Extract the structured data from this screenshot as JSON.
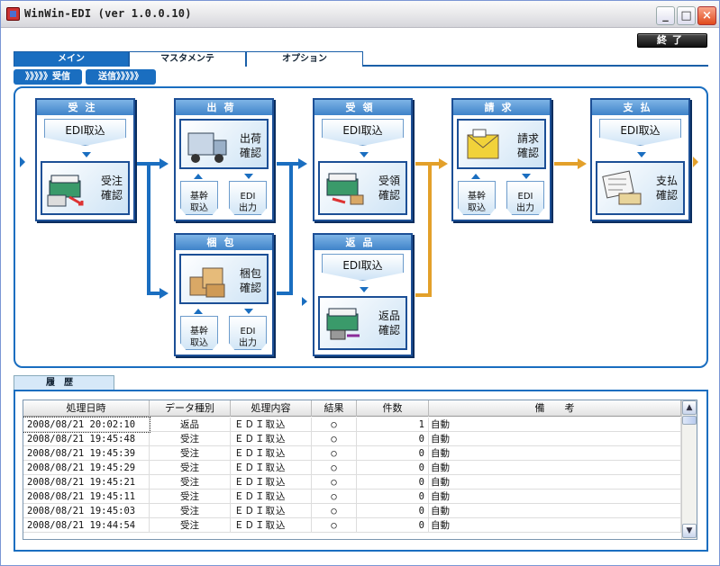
{
  "window": {
    "title": "WinWin-EDI (ver 1.0.0.10)",
    "min_label": "_",
    "max_label": "□",
    "close_label": "×"
  },
  "toolbar": {
    "end_label": "終了"
  },
  "tabs": [
    "メイン",
    "マスタメンテ",
    "オプション"
  ],
  "mode": {
    "receive_label": "》》》》》受信",
    "send_label": "送信》》》》》"
  },
  "flow": {
    "order": {
      "title": "受注",
      "edi_label": "EDI取込",
      "confirm_l1": "受注",
      "confirm_l2": "確認"
    },
    "ship": {
      "title": "出荷",
      "confirm_l1": "出荷",
      "confirm_l2": "確認",
      "btn1_l1": "基幹",
      "btn1_l2": "取込",
      "btn2_l1": "EDI",
      "btn2_l2": "出力"
    },
    "pack": {
      "title": "梱包",
      "confirm_l1": "梱包",
      "confirm_l2": "確認",
      "btn1_l1": "基幹",
      "btn1_l2": "取込",
      "btn2_l1": "EDI",
      "btn2_l2": "出力"
    },
    "receipt": {
      "title": "受領",
      "edi_label": "EDI取込",
      "confirm_l1": "受領",
      "confirm_l2": "確認"
    },
    "return": {
      "title": "返品",
      "edi_label": "EDI取込",
      "confirm_l1": "返品",
      "confirm_l2": "確認"
    },
    "invoice": {
      "title": "請求",
      "confirm_l1": "請求",
      "confirm_l2": "確認",
      "btn1_l1": "基幹",
      "btn1_l2": "取込",
      "btn2_l1": "EDI",
      "btn2_l2": "出力"
    },
    "payment": {
      "title": "支払",
      "edi_label": "EDI取込",
      "confirm_l1": "支払",
      "confirm_l2": "確認"
    }
  },
  "history": {
    "tab_label": "履歴",
    "columns": [
      "処理日時",
      "データ種別",
      "処理内容",
      "結果",
      "件数",
      "備　　考"
    ],
    "rows": [
      [
        "2008/08/21 20:02:10",
        "返品",
        "ＥＤＩ取込",
        "○",
        "1",
        "自動"
      ],
      [
        "2008/08/21 19:45:48",
        "受注",
        "ＥＤＩ取込",
        "○",
        "0",
        "自動"
      ],
      [
        "2008/08/21 19:45:39",
        "受注",
        "ＥＤＩ取込",
        "○",
        "0",
        "自動"
      ],
      [
        "2008/08/21 19:45:29",
        "受注",
        "ＥＤＩ取込",
        "○",
        "0",
        "自動"
      ],
      [
        "2008/08/21 19:45:21",
        "受注",
        "ＥＤＩ取込",
        "○",
        "0",
        "自動"
      ],
      [
        "2008/08/21 19:45:11",
        "受注",
        "ＥＤＩ取込",
        "○",
        "0",
        "自動"
      ],
      [
        "2008/08/21 19:45:03",
        "受注",
        "ＥＤＩ取込",
        "○",
        "0",
        "自動"
      ],
      [
        "2008/08/21 19:44:54",
        "受注",
        "ＥＤＩ取込",
        "○",
        "0",
        "自動"
      ]
    ]
  },
  "scrollbar": {
    "up": "▲",
    "down": "▼"
  },
  "colors": {
    "accent": "#1a6ec0",
    "card_border": "#1c4f96",
    "flow_arrow": "#1a6ec0",
    "flow_arrow_orange": "#e3a02a"
  }
}
